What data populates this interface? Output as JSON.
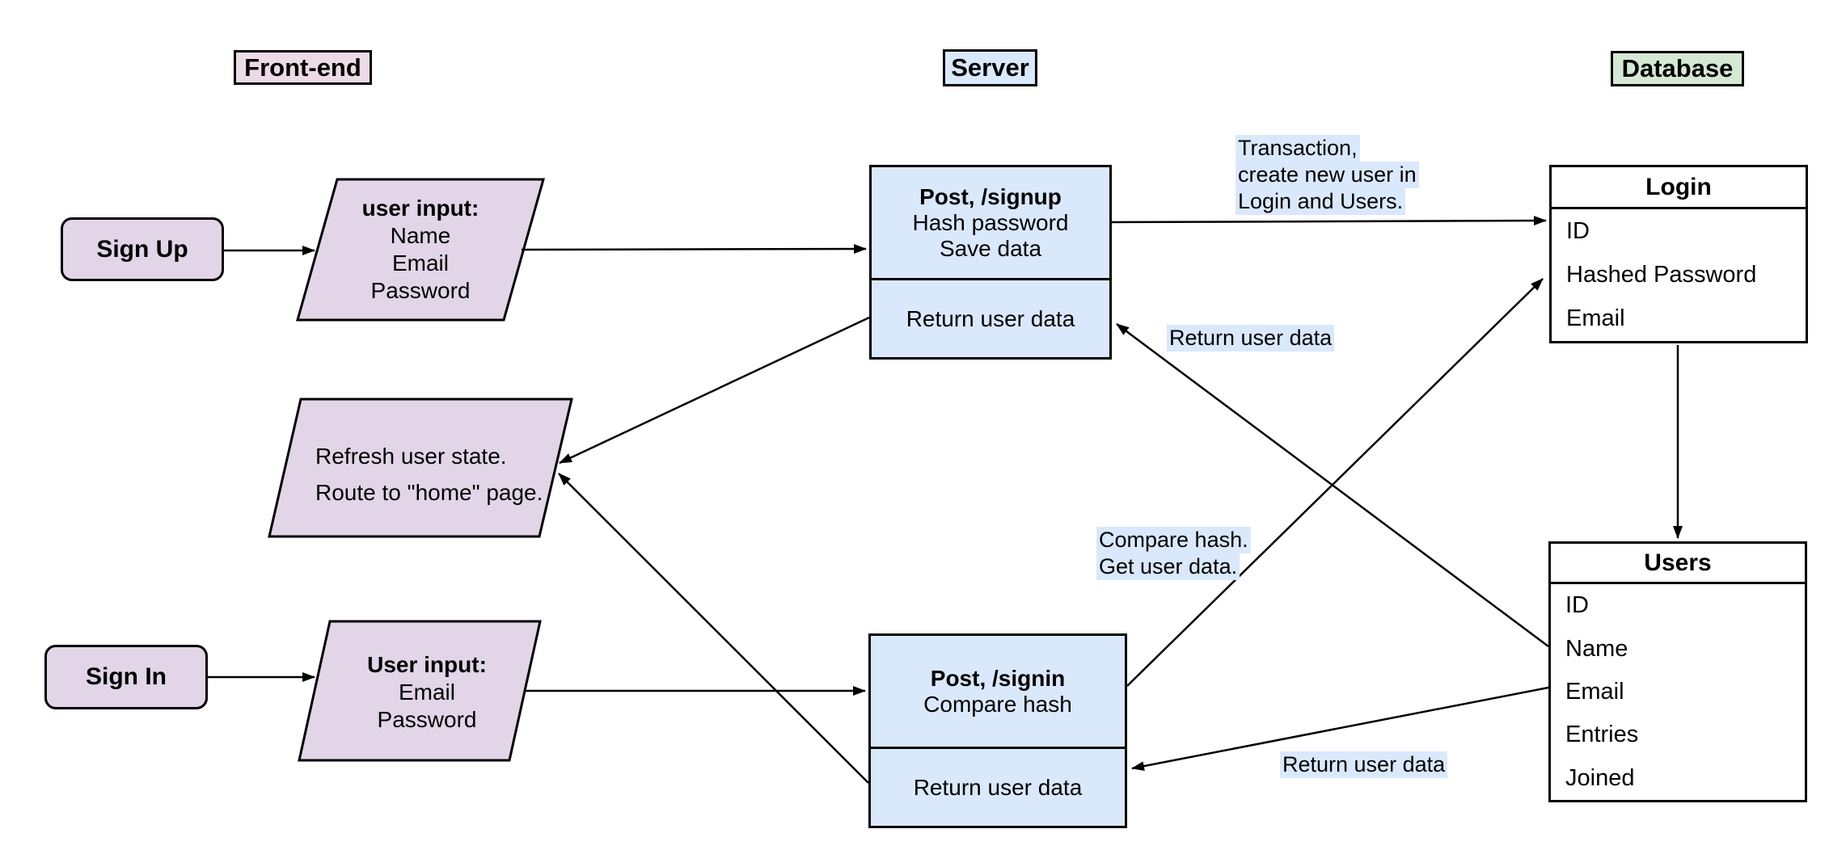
{
  "lanes": {
    "frontend": "Front-end",
    "server": "Server",
    "database": "Database"
  },
  "frontend": {
    "signup_button": "Sign Up",
    "signup_input": {
      "title": "user input:",
      "line1": "Name",
      "line2": "Email",
      "line3": "Password"
    },
    "refresh": {
      "line1": "Refresh user state.",
      "line2": "Route to \"home\" page."
    },
    "signin_button": "Sign In",
    "signin_input": {
      "title": "User input:",
      "line1": "Email",
      "line2": "Password"
    }
  },
  "server": {
    "signup_endpoint": {
      "title": "Post, /signup",
      "line1": "Hash password",
      "line2": "Save data",
      "return_label": "Return user data"
    },
    "signin_endpoint": {
      "title": "Post, /signin",
      "line1": "Compare hash",
      "return_label": "Return user data"
    }
  },
  "database": {
    "login_table": {
      "title": "Login",
      "rows": [
        "ID",
        "Hashed Password",
        "Email"
      ]
    },
    "users_table": {
      "title": "Users",
      "rows": [
        "ID",
        "Name",
        "Email",
        "Entries",
        "Joined"
      ]
    }
  },
  "edge_labels": {
    "transaction": {
      "line1": "Transaction,",
      "line2": "create new user in",
      "line3": "Login and Users."
    },
    "return_top": "Return user data",
    "compare": {
      "line1": "Compare hash.",
      "line2": "Get user data."
    },
    "return_bottom": "Return user data"
  },
  "colors": {
    "lavender": "#e1d5e7",
    "pink": "#ecdae6",
    "blue": "#dae8fc",
    "green": "#d5e8d4",
    "hl": "#dae8fc"
  }
}
